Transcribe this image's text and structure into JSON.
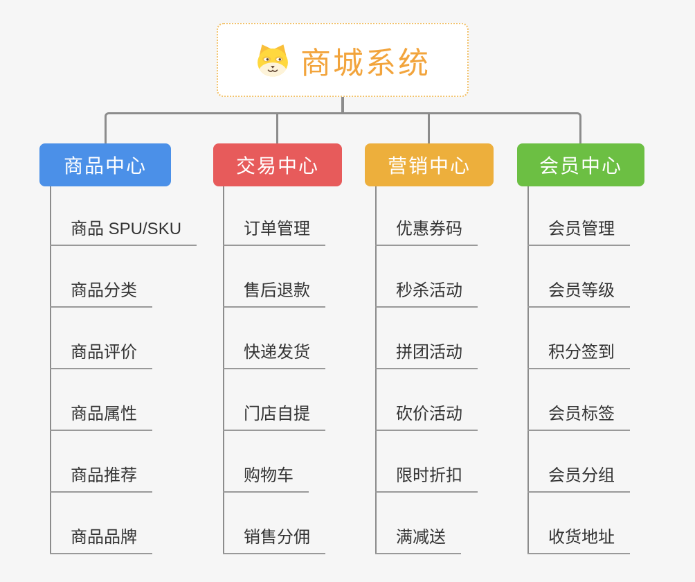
{
  "root": {
    "title": "商城系统",
    "icon": "dog-face-icon"
  },
  "branches": [
    {
      "id": "product-center",
      "label": "商品中心",
      "color": "#4b90e8",
      "items": [
        "商品 SPU/SKU",
        "商品分类",
        "商品评价",
        "商品属性",
        "商品推荐",
        "商品品牌"
      ]
    },
    {
      "id": "trade-center",
      "label": "交易中心",
      "color": "#e75b5b",
      "items": [
        "订单管理",
        "售后退款",
        "快递发货",
        "门店自提",
        "购物车",
        "销售分佣"
      ]
    },
    {
      "id": "marketing-center",
      "label": "营销中心",
      "color": "#edaf3c",
      "items": [
        "优惠券码",
        "秒杀活动",
        "拼团活动",
        "砍价活动",
        "限时折扣",
        "满减送"
      ]
    },
    {
      "id": "member-center",
      "label": "会员中心",
      "color": "#6cbf43",
      "items": [
        "会员管理",
        "会员等级",
        "积分签到",
        "会员标签",
        "会员分组",
        "收货地址"
      ]
    }
  ],
  "colors": {
    "background": "#f6f6f6",
    "connector": "#8c8c8c",
    "leaf_underline": "#999999",
    "leaf_text": "#333333",
    "root_text": "#f2a43c",
    "root_border": "#f2c26b",
    "branch_product": "#4b90e8",
    "branch_trade": "#e75b5b",
    "branch_marketing": "#edaf3c",
    "branch_member": "#6cbf43"
  }
}
